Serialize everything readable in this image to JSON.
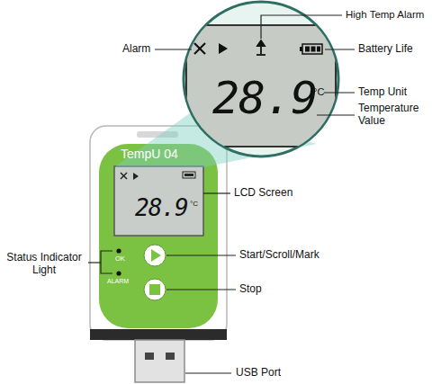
{
  "diagram": {
    "labels": [
      "High Temp Alarm",
      "Alarm",
      "Battery Life",
      "28.9",
      "°C",
      "Temp Unit",
      "Temperature Value",
      "TempU 04",
      "28.9",
      "°C",
      "LCD Screen",
      "Status Indicator Light",
      "OK",
      "ALARM",
      "Start/Scroll/Mark",
      "Stop",
      "USB Port"
    ]
  }
}
